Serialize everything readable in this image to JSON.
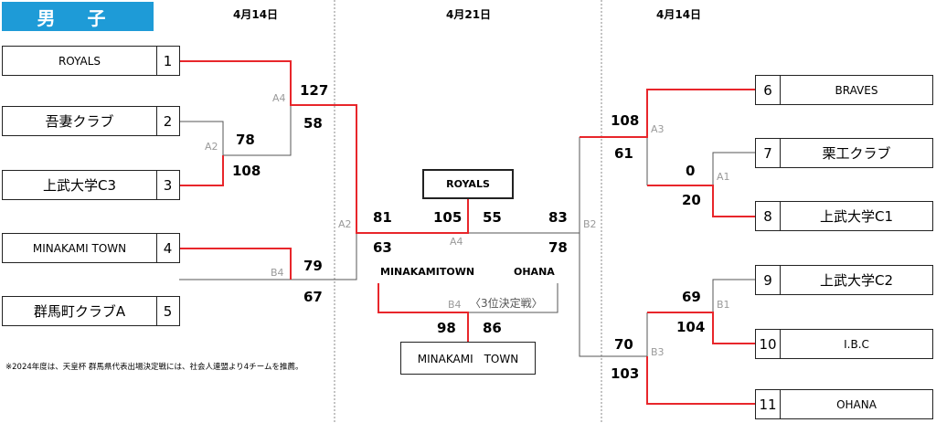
{
  "header": {
    "category": "男 子"
  },
  "dates": {
    "left": "4月14日",
    "center": "4月21日",
    "right": "4月14日"
  },
  "teams": [
    {
      "seed": "1",
      "name": "ROYALS"
    },
    {
      "seed": "2",
      "name": "吾妻クラブ"
    },
    {
      "seed": "3",
      "name": "上武大学C3"
    },
    {
      "seed": "4",
      "name": "MINAKAMI TOWN"
    },
    {
      "seed": "5",
      "name": "群馬町クラブA"
    },
    {
      "seed": "6",
      "name": "BRAVES"
    },
    {
      "seed": "7",
      "name": "栗工クラブ"
    },
    {
      "seed": "8",
      "name": "上武大学C1"
    },
    {
      "seed": "9",
      "name": "上武大学C2"
    },
    {
      "seed": "10",
      "name": "I.B.C"
    },
    {
      "seed": "11",
      "name": "OHANA"
    }
  ],
  "matches": {
    "A4": {
      "label": "A4",
      "top": "127",
      "bottom": "58"
    },
    "A2_left": {
      "label": "A2",
      "top": "78",
      "bottom": "108"
    },
    "B4_left": {
      "label": "B4",
      "top": "79",
      "bottom": "67"
    },
    "A2_semi": {
      "label": "A2",
      "top": "81",
      "bottom": "63"
    },
    "final": {
      "label": "A4",
      "left": "105",
      "right": "55"
    },
    "B2_semi": {
      "label": "B2",
      "top": "83",
      "bottom": "78"
    },
    "A3": {
      "label": "A3",
      "top": "108",
      "bottom": "61"
    },
    "A1": {
      "label": "A1",
      "top": "0",
      "bottom": "20"
    },
    "B1": {
      "label": "B1",
      "top": "69",
      "bottom": "104"
    },
    "B3": {
      "label": "B3",
      "top": "70",
      "bottom": "103"
    },
    "third": {
      "label": "B4",
      "left": "98",
      "right": "86",
      "note": "〈3位決定戦〉"
    }
  },
  "finalists": {
    "left": "MINAKAMITOWN",
    "right": "OHANA"
  },
  "champion": "ROYALS",
  "third_place_winner": "MINAKAMI　TOWN",
  "footnote": "※2024年度は、天皇杯 群馬県代表出場決定戦には、社会人連盟より4チームを推薦。",
  "colors": {
    "header_bg": "#1e9bd7",
    "win_line": "#e8262b",
    "line": "#555555",
    "divider": "#888888"
  }
}
